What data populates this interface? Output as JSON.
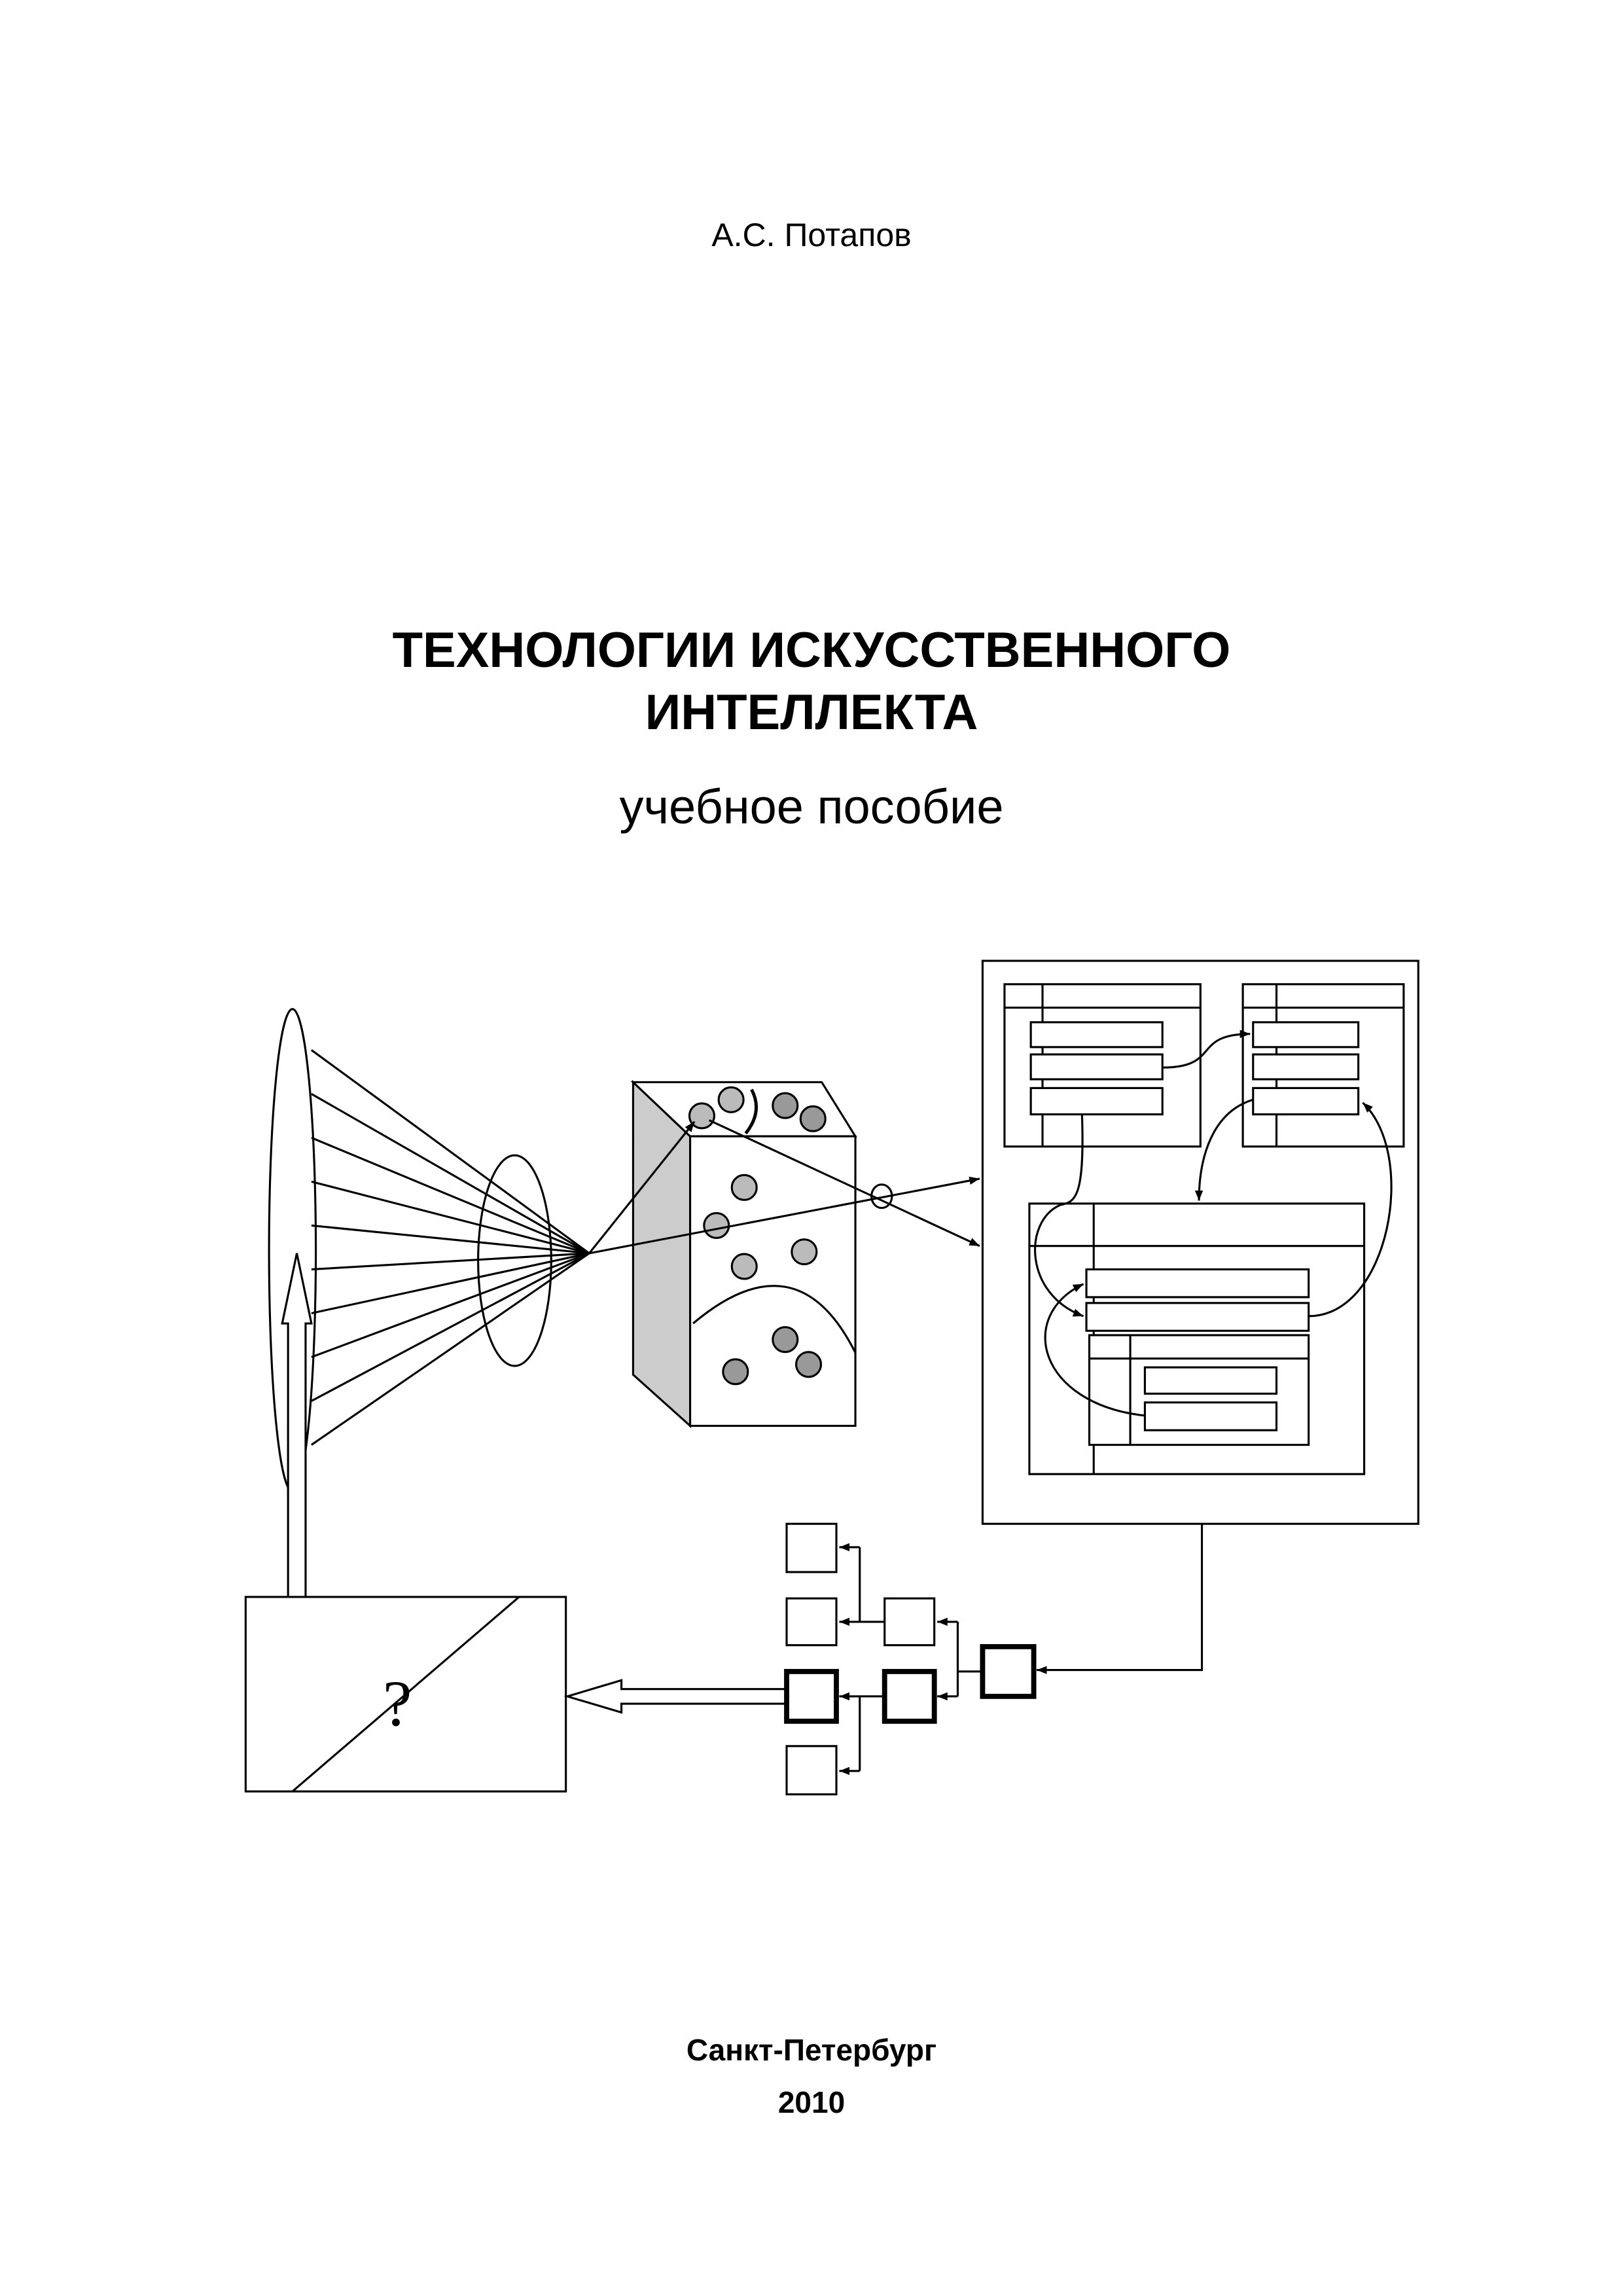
{
  "author": "А.С. Потапов",
  "title_line1": "ТЕХНОЛОГИИ ИСКУССТВЕННОГО",
  "title_line2": "ИНТЕЛЛЕКТА",
  "subtitle": "учебное пособие",
  "diagram": {
    "question_mark": "?"
  },
  "city": "Санкт-Петербург",
  "year": "2010",
  "colors": {
    "cube_side": "#cccccc",
    "circle_light": "#bbbbbb",
    "circle_dark": "#999999"
  }
}
